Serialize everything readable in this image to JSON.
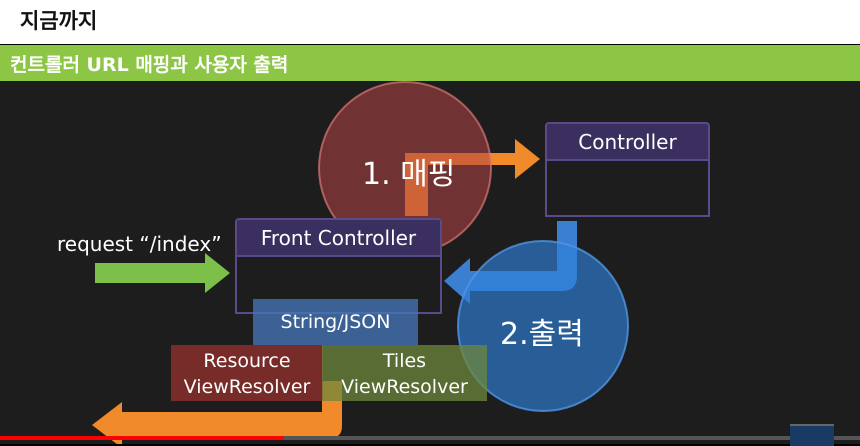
{
  "header": {
    "title": "지금까지"
  },
  "slide": {
    "subtitle": "컨트롤러 URL 매핑과 사용자 출력",
    "request_label": "request “/index”",
    "front_controller": "Front Controller",
    "controller": "Controller",
    "step1": "1. 매핑",
    "step2": "2.출력",
    "string_json": "String/JSON",
    "resource_line1": "Resource",
    "resource_line2": "ViewResolver",
    "tiles_line1": "Tiles",
    "tiles_line2": "ViewResolver"
  },
  "colors": {
    "subtitle_bar": "#8cc644",
    "box_border": "#5a4a8a",
    "arrow_green": "#7cc04a",
    "arrow_orange": "#f08a2a",
    "arrow_blue": "#3b7fd0",
    "circle_red": "#b44444",
    "circle_blue": "#2e7fd8"
  },
  "player": {
    "progress": 0.33
  }
}
